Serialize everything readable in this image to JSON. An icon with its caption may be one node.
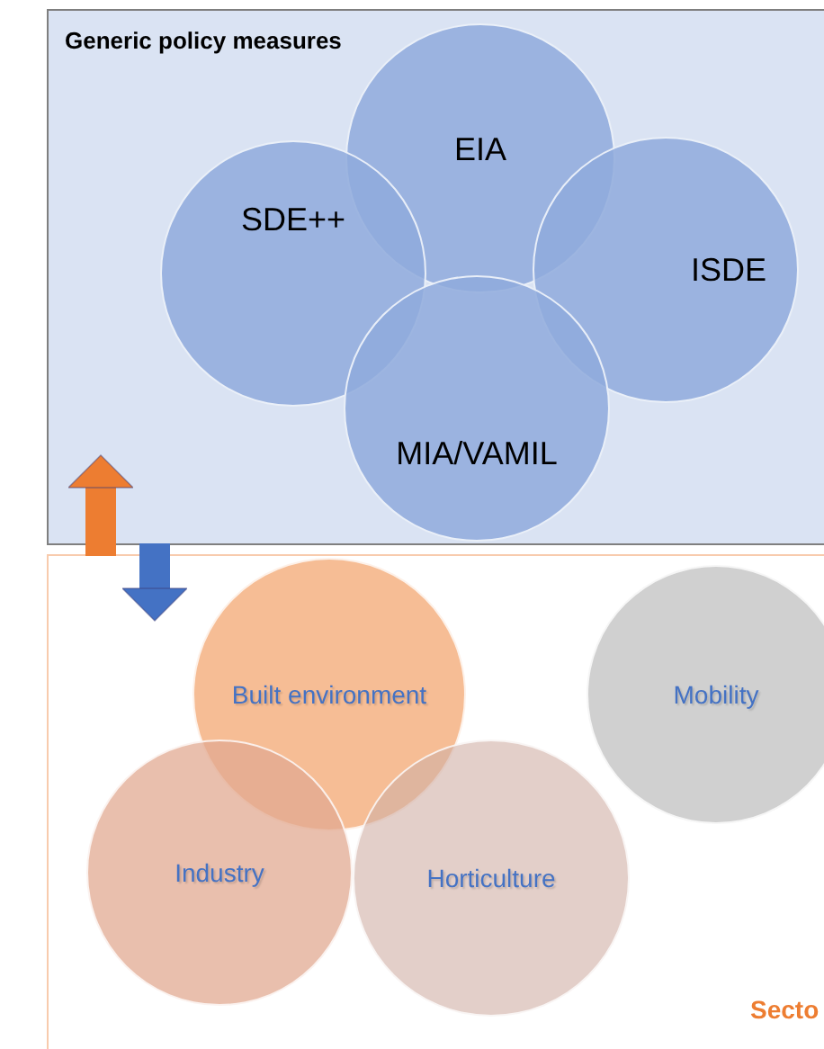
{
  "diagram": {
    "nodes": [
      {
        "text": [
          "Generic policy measures"
        ]
      },
      {
        "text": [
          "EIA"
        ],
        "in": 0
      },
      {
        "text": [
          "SDE++"
        ],
        "in": 0
      },
      {
        "text": [
          "ISDE"
        ],
        "in": 0
      },
      {
        "text": [
          "MIA/VAMIL"
        ],
        "in": 0
      },
      {
        "text": [
          "Secto"
        ]
      },
      {
        "text": [
          "Built environment"
        ],
        "in": 5
      },
      {
        "text": [
          "Mobility"
        ],
        "in": 5
      },
      {
        "text": [
          "Industry"
        ],
        "in": 5
      },
      {
        "text": [
          "Horticulture"
        ],
        "in": 5
      }
    ],
    "edges": [
      {
        "from": 5,
        "to": 0,
        "arrow": "to",
        "color": "#ed7d31"
      },
      {
        "from": 0,
        "to": 5,
        "arrow": "to",
        "color": "#4472c4"
      }
    ]
  }
}
